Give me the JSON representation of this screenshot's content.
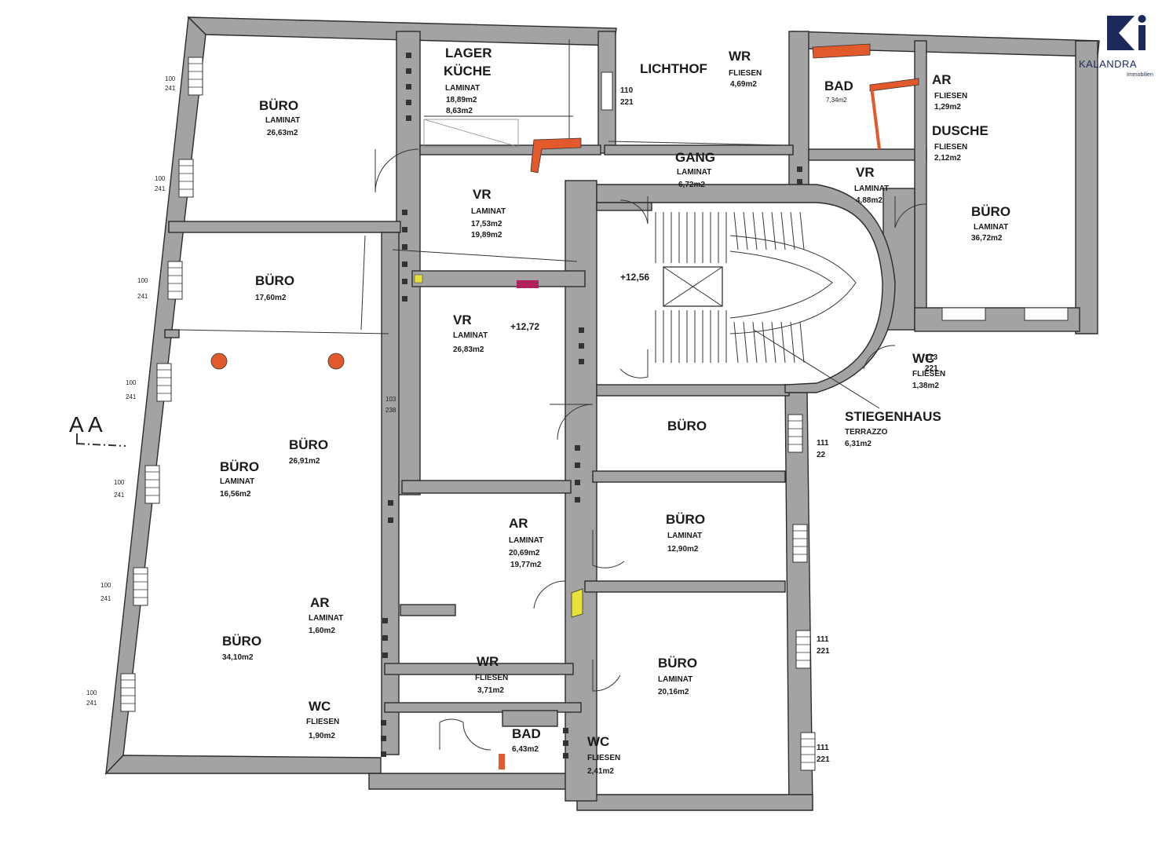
{
  "brand": {
    "name": "KALANDRA",
    "tagline": "Immobilien",
    "color": "#1b2a5a"
  },
  "section_mark": "A",
  "colors": {
    "wall": "#a3a3a3",
    "accent_orange": "#e2592b",
    "accent_yellow": "#e8e23a",
    "accent_magenta": "#b0205a"
  },
  "rooms": [
    {
      "id": "buero-top-left",
      "name": "BÜRO",
      "floor": "LAMINAT",
      "area": "26,63m2"
    },
    {
      "id": "lager-kueche",
      "name": "LAGER",
      "name2": "KÜCHE",
      "floor": "LAMINAT",
      "area": "18,89m2",
      "area2": "8,63m2"
    },
    {
      "id": "lichthof",
      "name": "LICHTHOF"
    },
    {
      "id": "wr-top",
      "name": "WR",
      "floor": "FLIESEN",
      "area": "4,69m2"
    },
    {
      "id": "bad-top",
      "name": "BAD",
      "area": "7,34m2"
    },
    {
      "id": "ar-top",
      "name": "AR",
      "floor": "FLIESEN",
      "area": "1,29m2"
    },
    {
      "id": "dusche",
      "name": "DUSCHE",
      "floor": "FLIESEN",
      "area": "2,12m2"
    },
    {
      "id": "gang",
      "name": "GANG",
      "floor": "LAMINAT",
      "area": "6,72m2"
    },
    {
      "id": "vr-top-right",
      "name": "VR",
      "floor": "LAMINAT",
      "area": "4,88m2"
    },
    {
      "id": "buero-right",
      "name": "BÜRO",
      "floor": "LAMINAT",
      "area": "36,72m2"
    },
    {
      "id": "vr-upper",
      "name": "VR",
      "floor": "LAMINAT",
      "area": "17,53m2",
      "area2": "19,89m2"
    },
    {
      "id": "buero-17",
      "name": "BÜRO",
      "area": "17,60m2"
    },
    {
      "id": "vr-mid",
      "name": "VR",
      "floor": "LAMINAT",
      "area": "26,83m2",
      "level": "+12,72"
    },
    {
      "id": "wc-right",
      "name": "WC",
      "floor": "FLIESEN",
      "area": "1,38m2"
    },
    {
      "id": "stiegenhaus",
      "name": "STIEGENHAUS",
      "floor": "TERRAZZO",
      "area": "6,31m2",
      "level": "+12,56"
    },
    {
      "id": "buero-plain",
      "name": "BÜRO"
    },
    {
      "id": "buero-big-a",
      "name": "BÜRO",
      "area": "26,91m2"
    },
    {
      "id": "buero-big-b",
      "name": "BÜRO",
      "floor": "LAMINAT",
      "area": "16,56m2"
    },
    {
      "id": "buero-12",
      "name": "BÜRO",
      "floor": "LAMINAT",
      "area": "12,90m2"
    },
    {
      "id": "ar-mid",
      "name": "AR",
      "floor": "LAMINAT",
      "area": "20,69m2",
      "area2": "19,77m2"
    },
    {
      "id": "ar-small",
      "name": "AR",
      "floor": "LAMINAT",
      "area": "1,60m2"
    },
    {
      "id": "buero-bottom-left",
      "name": "BÜRO",
      "area": "34,10m2"
    },
    {
      "id": "wr-bottom",
      "name": "WR",
      "floor": "FLIESEN",
      "area": "3,71m2"
    },
    {
      "id": "buero-bottom-right",
      "name": "BÜRO",
      "floor": "LAMINAT",
      "area": "20,16m2"
    },
    {
      "id": "wc-left",
      "name": "WC",
      "floor": "FLIESEN",
      "area": "1,90m2"
    },
    {
      "id": "bad-bottom",
      "name": "BAD",
      "area": "6,43m2"
    },
    {
      "id": "wc-bottom",
      "name": "WC",
      "floor": "FLIESEN",
      "area": "2,41m2"
    }
  ],
  "window_dims": {
    "left_a": "100",
    "left_b": "241",
    "right_a": "111",
    "right_b": "221",
    "right_c": "111",
    "right_d": "22",
    "top_a": "110",
    "top_b": "221",
    "wc_a": "113",
    "wc_b": "221",
    "door_a": "103",
    "door_b": "238"
  }
}
